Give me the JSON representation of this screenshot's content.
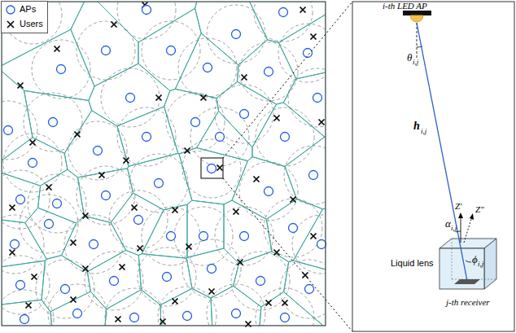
{
  "diagram": {
    "labels": [
      "i-th LED AP",
      "θ",
      "i,j",
      "h",
      "i,j",
      "α",
      "i,j",
      "Z′",
      "Z″",
      "ϕ",
      "i,j",
      "Liquid lens",
      "j-th receiver"
    ],
    "legend": [
      {
        "text": "APs"
      },
      {
        "text": "Users"
      }
    ]
  }
}
